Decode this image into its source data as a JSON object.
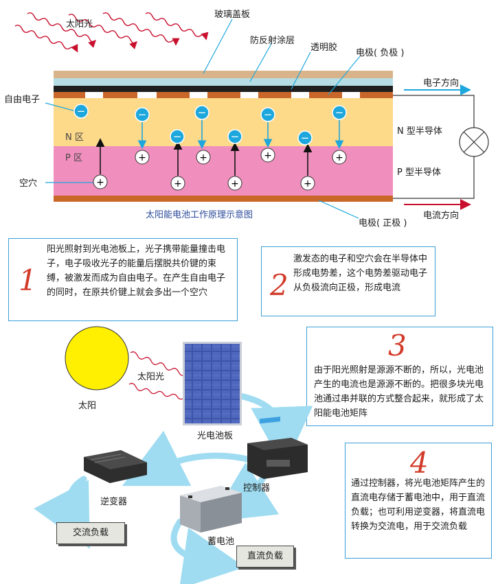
{
  "top_diagram": {
    "label_sunlight": "太阳光",
    "label_glass": "玻璃盖板",
    "label_antireflect": "防反射涂层",
    "label_glue": "透明胶",
    "label_negative_electrode": "电极( 负极 )",
    "label_free_electron": "自由电子",
    "label_electron_direction": "电子方向",
    "label_n_region": "N 区",
    "label_p_region": "P 区",
    "label_n_semiconductor": "N 型半导体",
    "label_p_semiconductor": "P 型半导体",
    "label_hole": "空穴",
    "label_current_direction": "电流方向",
    "label_positive_electrode": "电极( 正极 )",
    "caption": "太阳能电池工作原理示意图",
    "electron_symbol": "−",
    "hole_symbol": "+"
  },
  "steps": [
    {
      "number": "1",
      "text": "阳光照射到光电池板上，光子携带能量撞击电子，电子吸收光子的能量后摆脱共价键的束缚，被激发而成为自由电子。在产生自由电子的同时，在原共价键上就会多出一个空穴"
    },
    {
      "number": "2",
      "text": "激发态的电子和空穴会在半导体中形成电势差，这个电势差驱动电子从负极流向正极，形成电流"
    },
    {
      "number": "3",
      "text": "由于阳光照射是源源不断的，所以，光电池产生的电流也是源源不断的。把很多块光电池通过串并联的方式整合起来，就形成了太阳能电池矩阵"
    },
    {
      "number": "4",
      "text": "通过控制器，将光电池矩阵产生的直流电存储于蓄电池中，用于直流负载；也可利用逆变器，将直流电转换为交流电，用于交流负载"
    }
  ],
  "system": {
    "sun_label": "太阳",
    "sunlight_label": "太阳光",
    "panel_label": "光电池板",
    "controller_label": "控制器",
    "inverter_label": "逆变器",
    "battery_label": "蓄电池",
    "ac_load_label": "交流负载",
    "dc_load_label": "直流负载"
  },
  "colors": {
    "glass": "#d9b48a",
    "antireflect": "#b5dde3",
    "glue": "#1e1e1e",
    "electrode": "#c9672a",
    "n_region": "#fdd98a",
    "p_region": "#f08fbd",
    "electron": "#1da7dc",
    "ray": "#c8102e",
    "flow": "#9fdcf1",
    "accent_number": "#d23b2a",
    "box_border": "#3a9fd8",
    "sun": "#ffef00"
  }
}
